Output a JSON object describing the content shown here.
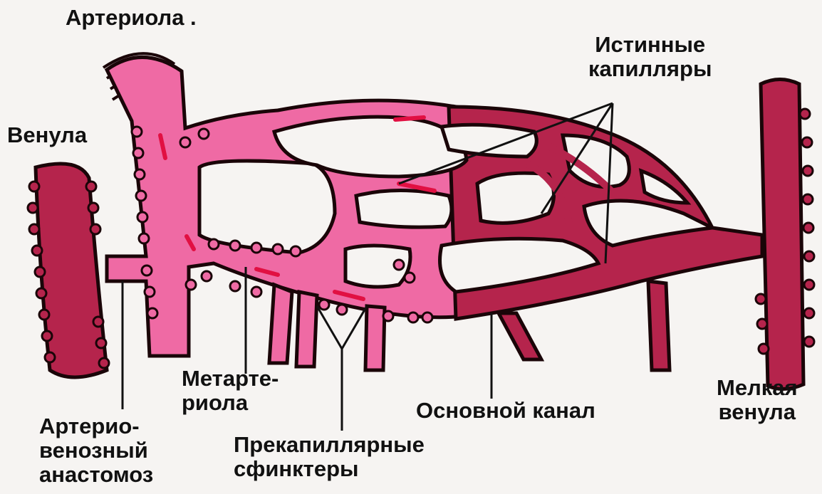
{
  "colors": {
    "background": "#f6f4f2",
    "arterial": "#ef6aa4",
    "venous": "#b5244c",
    "outline": "#1a0508",
    "ink": "#111111"
  },
  "labels": {
    "arteriole": "Артериола .",
    "venule": "Венула",
    "true_capillaries": [
      "Истинные",
      "капилляры"
    ],
    "small_venule": [
      "Мелкая",
      "венула"
    ],
    "metarteriole": [
      "Метарте-",
      "риола"
    ],
    "main_channel": "Основной канал",
    "av_anastomosis": [
      "Артерио-",
      "венозный",
      "анастомоз"
    ],
    "precapillary_sphincters": [
      "Прекапиллярные",
      "сфинктеры"
    ]
  }
}
